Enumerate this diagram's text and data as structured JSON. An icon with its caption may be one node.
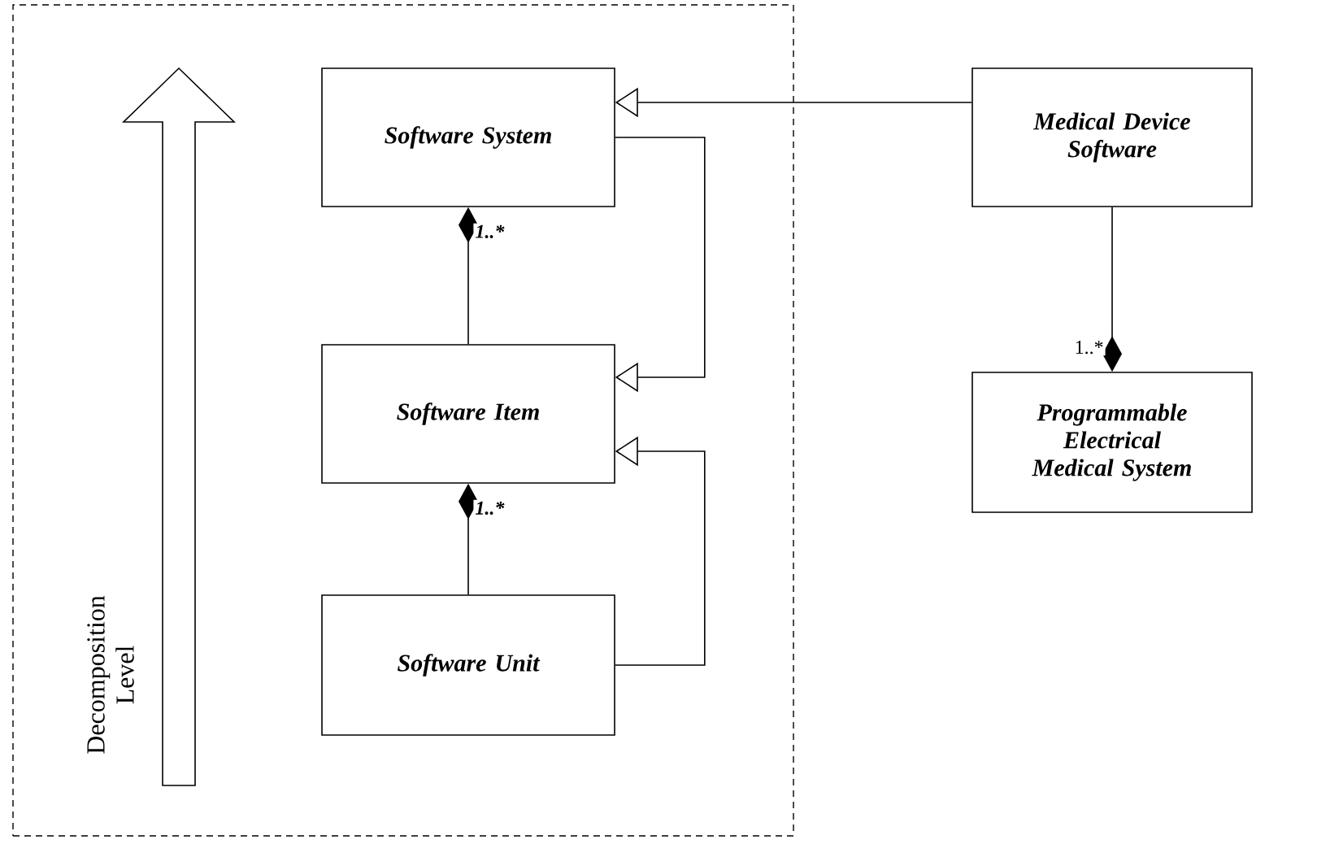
{
  "diagram": {
    "nodes": [
      {
        "text": [],
        "shape": "box"
      },
      {
        "text": [
          "Software System"
        ],
        "in": 0
      },
      {
        "text": [
          "Software Item"
        ],
        "in": 0
      },
      {
        "text": [
          "Software Unit"
        ],
        "in": 0
      },
      {
        "text": [
          "Medical Device Software"
        ]
      },
      {
        "text": [
          "Programmable Electrical Medical System"
        ]
      }
    ],
    "edges": [
      {
        "from": 4,
        "to": 1,
        "arrow": "to"
      },
      {
        "from": 1,
        "to": 2,
        "arrow": "to"
      },
      {
        "from": 3,
        "to": 2,
        "arrow": "to"
      },
      {
        "from": 2,
        "to": 1,
        "arrow": "other",
        "label": "1..*"
      },
      {
        "from": 3,
        "to": 2,
        "arrow": "other",
        "label": "1..*"
      },
      {
        "from": 4,
        "to": 5,
        "arrow": "other",
        "label": "1..*"
      }
    ],
    "labels": [
      "Decomposition Level"
    ]
  }
}
